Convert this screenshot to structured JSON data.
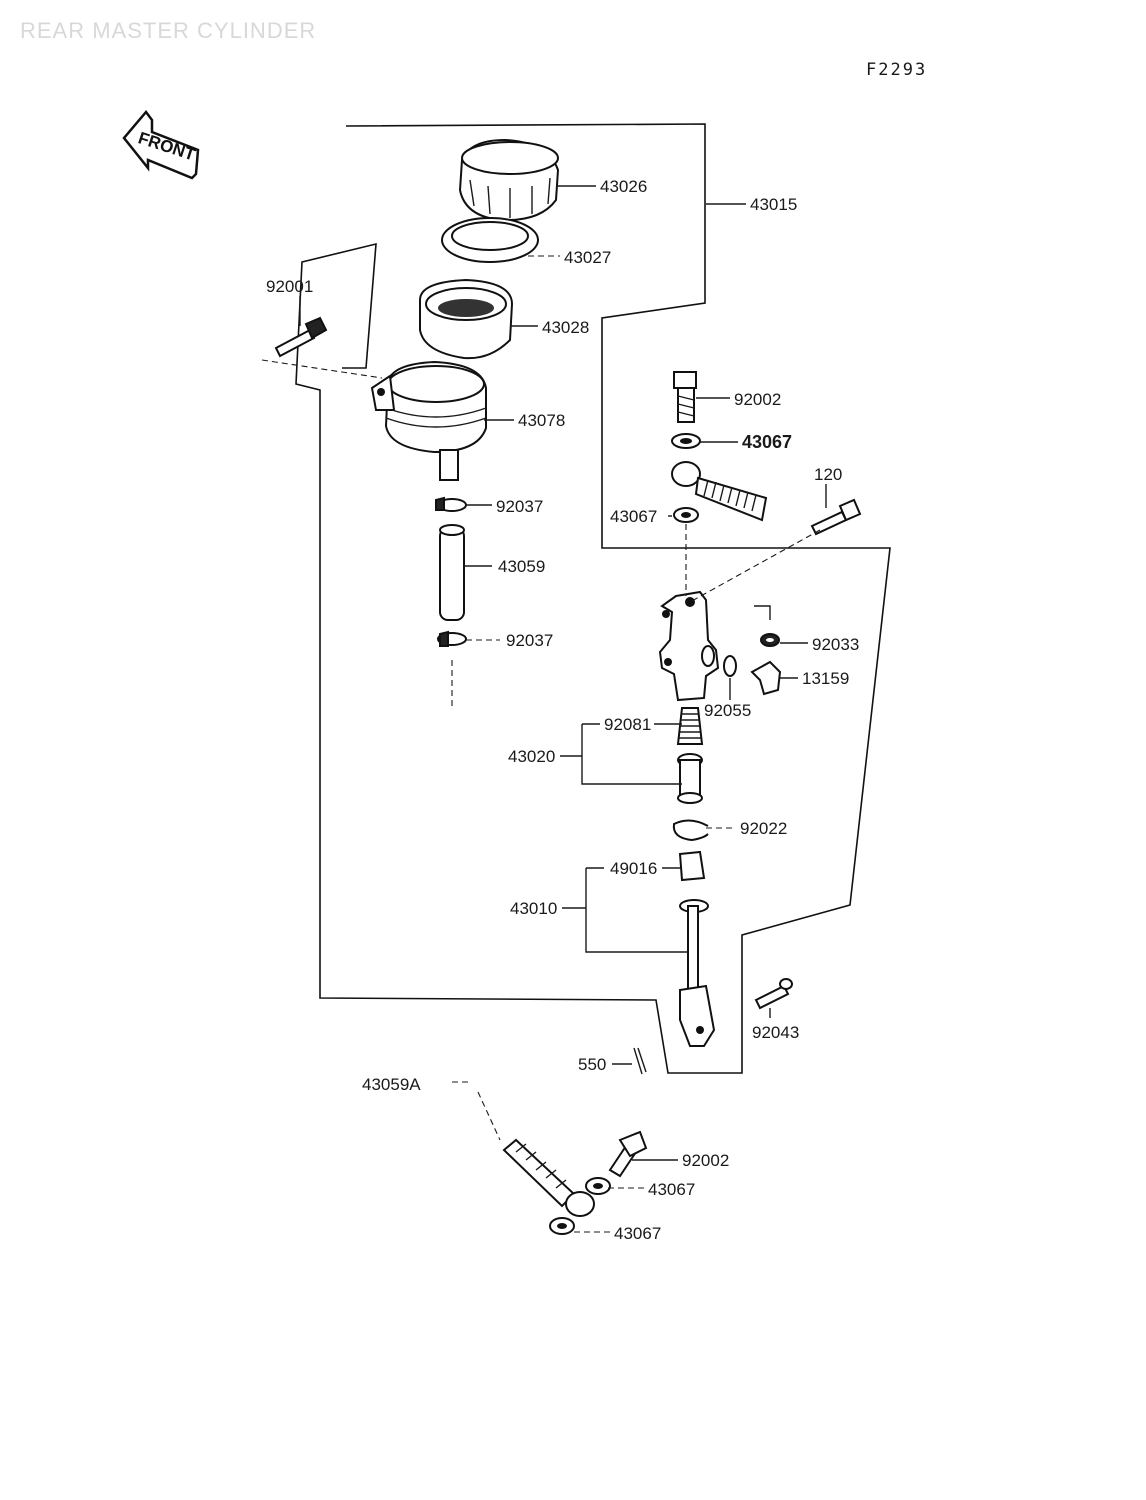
{
  "header": {
    "title": "REAR MASTER CYLINDER",
    "figure_code": "F2293"
  },
  "front_arrow": {
    "label": "FRONT",
    "icon": "front-arrow-icon"
  },
  "callouts": {
    "p43026": "43026",
    "p43015": "43015",
    "p43027": "43027",
    "p43028": "43028",
    "p92001": "92001",
    "p43078": "43078",
    "p92002_top": "92002",
    "p43067_top": "43067",
    "p120": "120",
    "p43067_mid": "43067",
    "p92037_top": "92037",
    "p43059": "43059",
    "p92037_bot": "92037",
    "p92033": "92033",
    "p13159": "13159",
    "p92055": "92055",
    "p92081": "92081",
    "p43020": "43020",
    "p92022": "92022",
    "p49016": "49016",
    "p43010": "43010",
    "p92043": "92043",
    "p550": "550",
    "p43059A": "43059A",
    "p92002_bot": "92002",
    "p43067_bot1": "43067",
    "p43067_bot2": "43067"
  }
}
